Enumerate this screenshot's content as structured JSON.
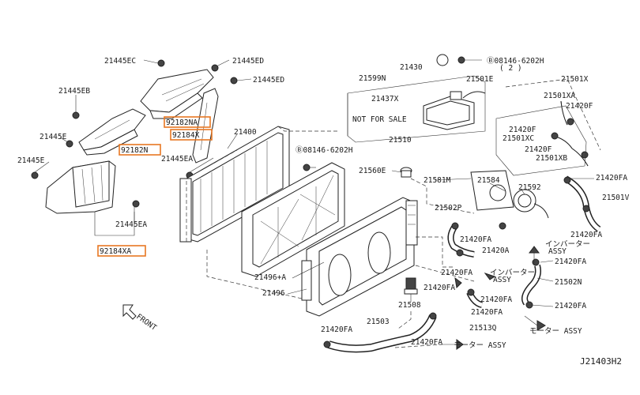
{
  "colors": {
    "highlight": "#e87722",
    "ink": "#1a1a1a",
    "background": "#ffffff"
  },
  "labels": {
    "p21445EC": "21445EC",
    "p21445ED_a": "21445ED",
    "p21445ED_b": "21445ED",
    "p21445EB": "21445EB",
    "p21445E_a": "21445E",
    "p21445E_b": "21445E",
    "p21445EA_a": "21445EA",
    "p21445EA_b": "21445EA",
    "p92182NA": "92182NA",
    "p92184X": "92184X",
    "p92182N": "92182N",
    "p92184XA": "92184XA",
    "p21400": "21400",
    "p08146_a": "Ⓑ08146-6202H",
    "p08146_b": "Ⓑ08146-6202H",
    "p08146_b_qty": "( 2 )",
    "p21430": "21430",
    "p21599N": "21599N",
    "p21501E": "21501E",
    "p21437X": "21437X",
    "not_for_sale": "NOT FOR SALE",
    "p21510": "21510",
    "p21501X": "21501X",
    "p21501XA": "21501XA",
    "p21420F_a": "21420F",
    "p21420F_b": "21420F",
    "p21420F_c": "21420F",
    "p21501XC": "21501XC",
    "p21501XB": "21501XB",
    "p21560E": "21560E",
    "p21581M": "21581M",
    "p21584": "21584",
    "p21592": "21592",
    "p21502P": "21502P",
    "p21420FA_a": "21420FA",
    "p21420FA_b": "21420FA",
    "p21420FA_c": "21420FA",
    "p21420FA_d": "21420FA",
    "p21420FA_e": "21420FA",
    "p21420FA_f": "21420FA",
    "p21420FA_g": "21420FA",
    "p21420FA_h": "21420FA",
    "p21420FA_i": "21420FA",
    "p21420FA_j": "21420FA",
    "p21420A": "21420A",
    "p21501V": "21501V",
    "inverter_assy_a": "インバーター",
    "inverter_assy_a2": "ASSY",
    "inverter_assy_b": "インバーター",
    "inverter_assy_b2": "ASSY",
    "p21502N": "21502N",
    "p21496A": "21496+A",
    "p21496": "21496",
    "p21508": "21508",
    "p21503": "21503",
    "p21513Q": "21513Q",
    "motor_assy_a": "モーター ASSY",
    "motor_assy_b": "モーター ASSY",
    "front": "FRONT",
    "diagram_code": "J21403H2"
  }
}
